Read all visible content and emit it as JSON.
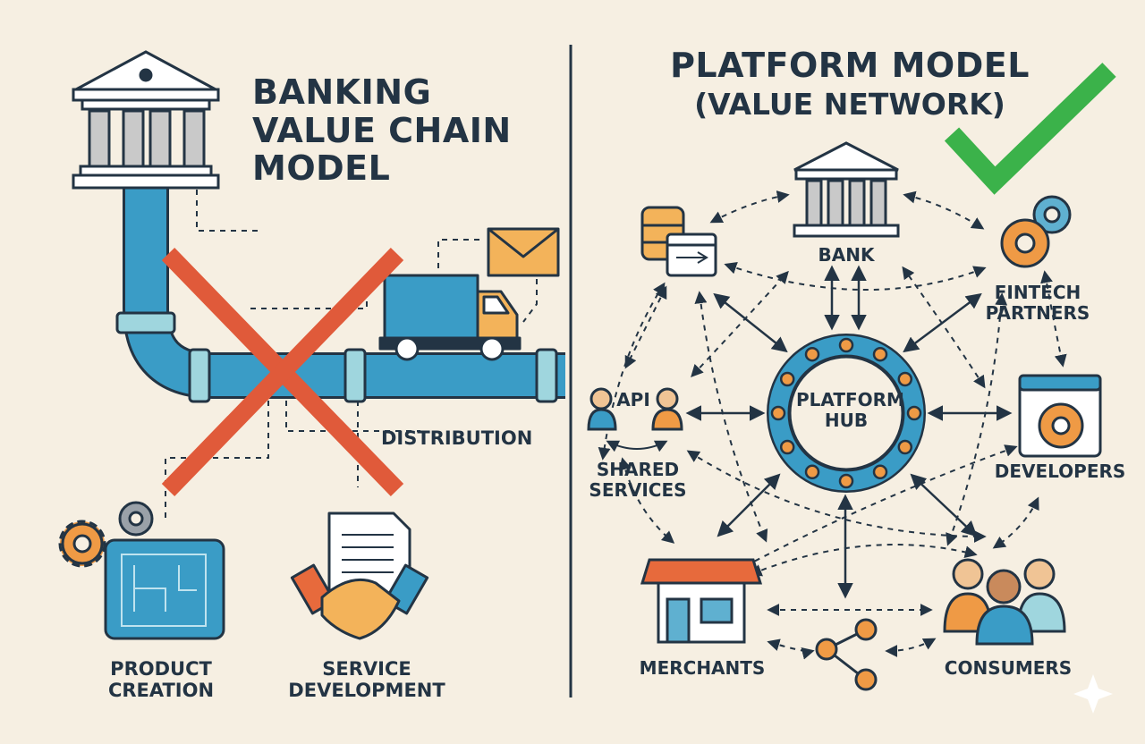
{
  "left_panel": {
    "title_lines": [
      "BANKING",
      "VALUE CHAIN",
      "MODEL"
    ],
    "labels": {
      "distribution": "DISTRIBUTION",
      "product_creation": [
        "PRODUCT",
        "CREATION"
      ],
      "service_development": [
        "SERVICE",
        "DEVELOPMENT"
      ]
    }
  },
  "right_panel": {
    "title_line1": "PLATFORM MODEL",
    "title_line2": "(VALUE NETWORK)",
    "hub": [
      "PLATFORM",
      "HUB"
    ],
    "nodes": {
      "bank": "BANK",
      "fintech": [
        "FINTECH",
        "PARTNERS"
      ],
      "developers": "DEVELOPERS",
      "consumers": "CONSUMERS",
      "merchants": "MERCHANTS",
      "shared_services": [
        "SHARED",
        "SERVICES"
      ],
      "api": "API"
    }
  },
  "colors": {
    "background": "#f6efe2",
    "pipe": "#3a9cc6",
    "dark": "#233444",
    "cross": "#e05a3a",
    "check": "#3bb24a",
    "orange": "#ef9a45"
  }
}
